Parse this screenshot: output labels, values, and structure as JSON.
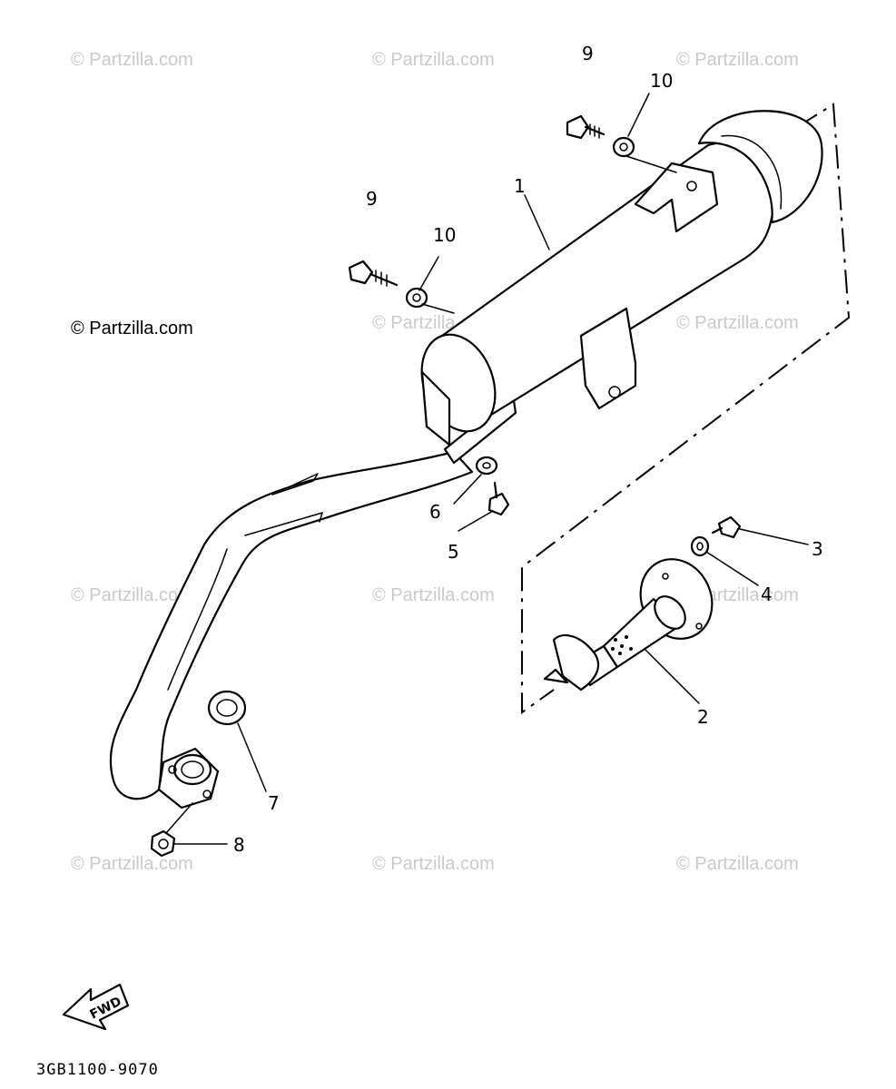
{
  "watermark": "© Partzilla.com",
  "diagram_code": "3GB1100-9070",
  "fwd_label": "FWD",
  "callouts": [
    "1",
    "2",
    "3",
    "4",
    "5",
    "6",
    "7",
    "8",
    "9",
    "10",
    "9",
    "10"
  ]
}
